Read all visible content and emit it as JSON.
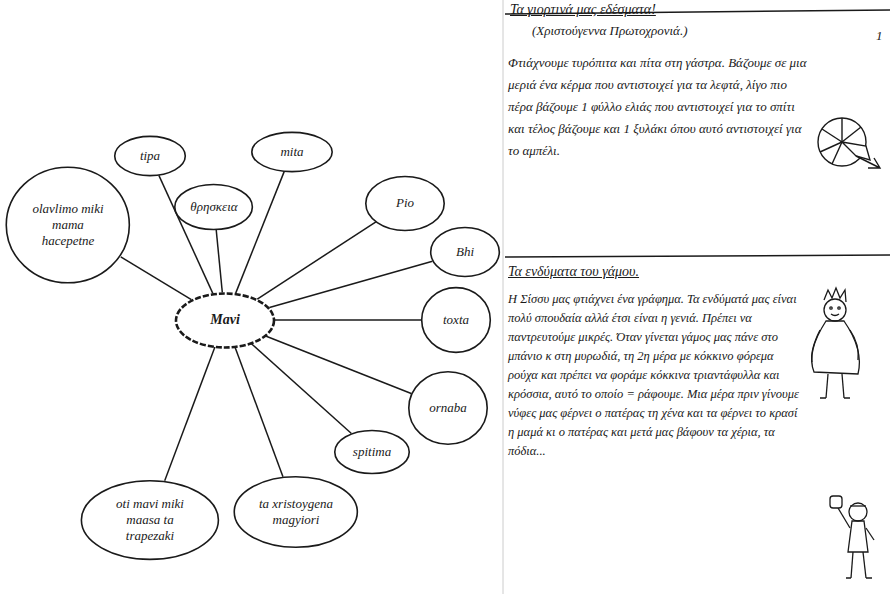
{
  "diagram": {
    "nodes": [
      {
        "text": [
          "Mavi"
        ]
      },
      {
        "text": [
          "olavlimo miki mama hacepetne"
        ]
      },
      {
        "text": [
          "tipa"
        ]
      },
      {
        "text": [
          "θρησκεια"
        ]
      },
      {
        "text": [
          "mita"
        ]
      },
      {
        "text": [
          "Pio"
        ]
      },
      {
        "text": [
          "Bhi"
        ]
      },
      {
        "text": [
          "toxta"
        ]
      },
      {
        "text": [
          "ornaba"
        ]
      },
      {
        "text": [
          "spitima"
        ]
      },
      {
        "text": [
          "ta xristoygena magyiori"
        ]
      },
      {
        "text": [
          "oti mavi miki maasa ta trapezaki"
        ]
      }
    ],
    "edges": [
      {
        "from": 0,
        "to": 1,
        "arrow": "none"
      },
      {
        "from": 0,
        "to": 2,
        "arrow": "none"
      },
      {
        "from": 0,
        "to": 3,
        "arrow": "none"
      },
      {
        "from": 0,
        "to": 4,
        "arrow": "none"
      },
      {
        "from": 0,
        "to": 5,
        "arrow": "none"
      },
      {
        "from": 0,
        "to": 6,
        "arrow": "none"
      },
      {
        "from": 0,
        "to": 7,
        "arrow": "none"
      },
      {
        "from": 0,
        "to": 8,
        "arrow": "none"
      },
      {
        "from": 0,
        "to": 9,
        "arrow": "none"
      },
      {
        "from": 0,
        "to": 10,
        "arrow": "none"
      },
      {
        "from": 0,
        "to": 11,
        "arrow": "none"
      }
    ],
    "labels": [
      "Τα γιορτινά μας εδέσματα!",
      "(Χριστούγεννα Πρωτοχρονιά.)",
      "1",
      "Φτιάχνουμε τυρόπιτα και πίτα στη γάστρα. Βάζουμε σε μια μεριά ένα κέρμα που αντιστοιχεί για τα λεφτά, λίγο πιο πέρα βάζουμε 1 φύλλο ελιάς που αντιστοιχεί για το σπίτι και τέλος βάζουμε και 1 ξυλάκι όπου αυτό αντιστοιχεί για το αμπέλι.",
      "Τα ενδύματα του γάμου.",
      "Η Σίσσυ μας φτιάχνει ένα γράφημα. Τα ενδύματά μας είναι πολύ σπουδαία αλλά έτσι είναι η γενιά. Πρέπει να παντρευτούμε μικρές. Όταν γίνεται γάμος μας πάνε στο μπάνιο κ στη μυρωδιά, τη 2η μέρα με κόκκινο φόρεμα ρούχα και πρέπει να φοράμε κόκκινα τριαντάφυλλα και κρόσσια, αυτό το οποίο = ράφουμε. Μια μέρα πριν γίνουμε νύφες μας φέρνει ο πατέρας τη χένα και τα φέρνει το κρασί η μαμά κι ο πατέρας και μετά μας βάφουν τα χέρια, τα πόδια..."
    ]
  }
}
